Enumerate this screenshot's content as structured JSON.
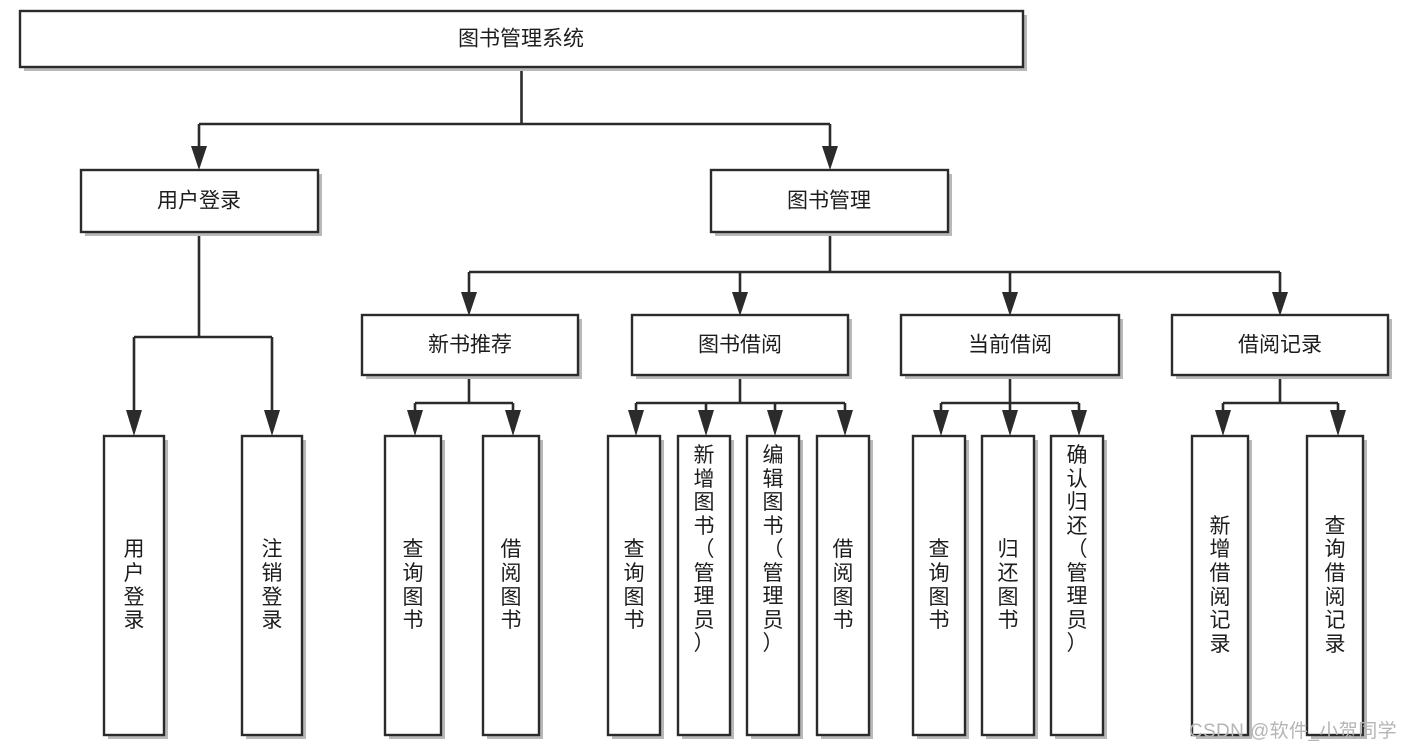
{
  "diagram": {
    "type": "tree-hierarchy",
    "title": "图书管理系统",
    "orientation": "top-down",
    "watermark": "CSDN @软件_小贺同学",
    "colors": {
      "box_stroke": "#2b2b2b",
      "box_fill": "#ffffff",
      "connector": "#2b2b2b",
      "text": "#1d1d1d",
      "watermark": "#b5b5b5",
      "background": "#ffffff"
    },
    "levels": {
      "level1": [
        {
          "id": "root",
          "label": "图书管理系统"
        }
      ],
      "level2": [
        {
          "id": "user-login",
          "label": "用户登录",
          "parent": "root"
        },
        {
          "id": "book-management",
          "label": "图书管理",
          "parent": "root"
        }
      ],
      "level3": [
        {
          "id": "new-book-recommend",
          "label": "新书推荐",
          "parent": "book-management"
        },
        {
          "id": "book-borrow",
          "label": "图书借阅",
          "parent": "book-management"
        },
        {
          "id": "current-borrow",
          "label": "当前借阅",
          "parent": "book-management"
        },
        {
          "id": "borrow-record",
          "label": "借阅记录",
          "parent": "book-management"
        }
      ],
      "level4": [
        {
          "id": "leaf-user-login",
          "label": "用户登录",
          "parent": "user-login"
        },
        {
          "id": "leaf-logout-login",
          "label": "注销登录",
          "parent": "user-login"
        },
        {
          "id": "leaf-query-book-1",
          "label": "查询图书",
          "parent": "new-book-recommend"
        },
        {
          "id": "leaf-borrow-book-1",
          "label": "借阅图书",
          "parent": "new-book-recommend"
        },
        {
          "id": "leaf-query-book-2",
          "label": "查询图书",
          "parent": "book-borrow"
        },
        {
          "id": "leaf-add-book",
          "label": "新增图书（管理员）",
          "parent": "book-borrow"
        },
        {
          "id": "leaf-edit-book",
          "label": "编辑图书（管理员）",
          "parent": "book-borrow"
        },
        {
          "id": "leaf-borrow-book-2",
          "label": "借阅图书",
          "parent": "book-borrow"
        },
        {
          "id": "leaf-query-book-3",
          "label": "查询图书",
          "parent": "current-borrow"
        },
        {
          "id": "leaf-return-book",
          "label": "归还图书",
          "parent": "current-borrow"
        },
        {
          "id": "leaf-confirm-return",
          "label": "确认归还（管理员）",
          "parent": "current-borrow"
        },
        {
          "id": "leaf-add-record",
          "label": "新增借阅记录",
          "parent": "borrow-record"
        },
        {
          "id": "leaf-query-record",
          "label": "查询借阅记录",
          "parent": "borrow-record"
        }
      ]
    }
  }
}
